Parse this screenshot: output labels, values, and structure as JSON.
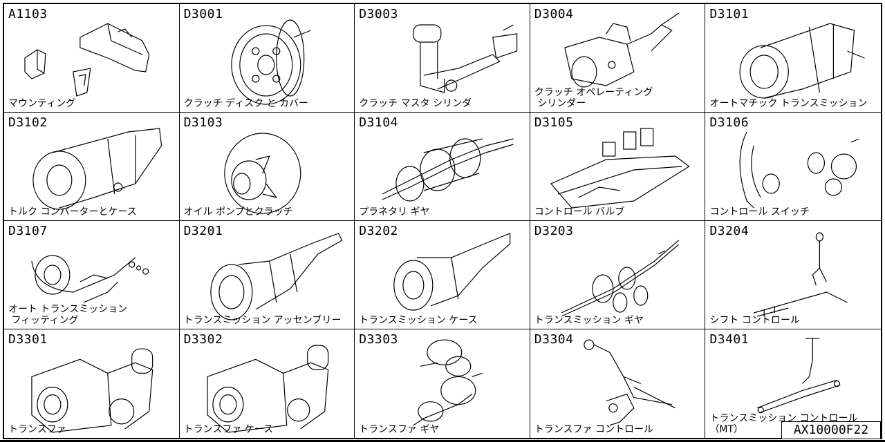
{
  "cells": [
    {
      "code": "A1103",
      "label": "マウンティング"
    },
    {
      "code": "D3001",
      "label": "クラッチ ディスク と カバー"
    },
    {
      "code": "D3003",
      "label": "クラッチ マスタ シリンダ"
    },
    {
      "code": "D3004",
      "label": "クラッチ オペレーティング\n シリンダー"
    },
    {
      "code": "D3101",
      "label": "オートマチック トランスミッション"
    },
    {
      "code": "D3102",
      "label": "トルク コンバーターとケース"
    },
    {
      "code": "D3103",
      "label": "オイル ポンプとクラッチ"
    },
    {
      "code": "D3104",
      "label": "プラネタリ ギヤ"
    },
    {
      "code": "D3105",
      "label": "コントロール バルブ"
    },
    {
      "code": "D3106",
      "label": "コントロール スイッチ"
    },
    {
      "code": "D3107",
      "label": "オート トランスミッション\n フィッティング"
    },
    {
      "code": "D3201",
      "label": "トランスミッション アッセンブリー"
    },
    {
      "code": "D3202",
      "label": "トランスミッション ケース"
    },
    {
      "code": "D3203",
      "label": "トランスミッション ギヤ"
    },
    {
      "code": "D3204",
      "label": "シフト コントロール"
    },
    {
      "code": "D3301",
      "label": "トランスファ"
    },
    {
      "code": "D3302",
      "label": "トランスファ ケース"
    },
    {
      "code": "D3303",
      "label": "トランスファ ギヤ"
    },
    {
      "code": "D3304",
      "label": "トランスファ コントロール"
    },
    {
      "code": "D3401",
      "label": "トランスミッション コントロール\n（MT）"
    }
  ],
  "icons": [
    "mounting-icon",
    "clutch-cover-icon",
    "master-cylinder-icon",
    "operating-cylinder-icon",
    "automatic-transmission-icon",
    "torque-converter-icon",
    "oil-pump-icon",
    "planetary-gear-icon",
    "control-valve-icon",
    "control-switch-icon",
    "at-fitting-icon",
    "transmission-assembly-icon",
    "transmission-case-icon",
    "transmission-gear-icon",
    "shift-control-icon",
    "transfer-icon",
    "transfer-case-icon",
    "transfer-gear-icon",
    "transfer-control-icon",
    "mt-control-icon"
  ],
  "footer": {
    "code": "AX10000F22"
  }
}
